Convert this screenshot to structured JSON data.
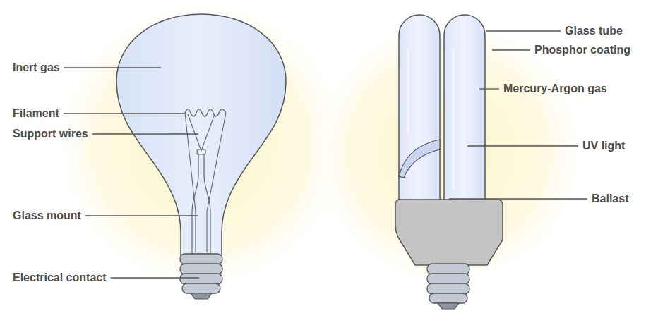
{
  "diagram": {
    "labels": [
      "Inert gas",
      "Filament",
      "Support wires",
      "Glass mount",
      "Electrical contact",
      "Glass tube",
      "Phosphor coating",
      "Mercury-Argon gas",
      "UV light",
      "Ballast"
    ]
  }
}
